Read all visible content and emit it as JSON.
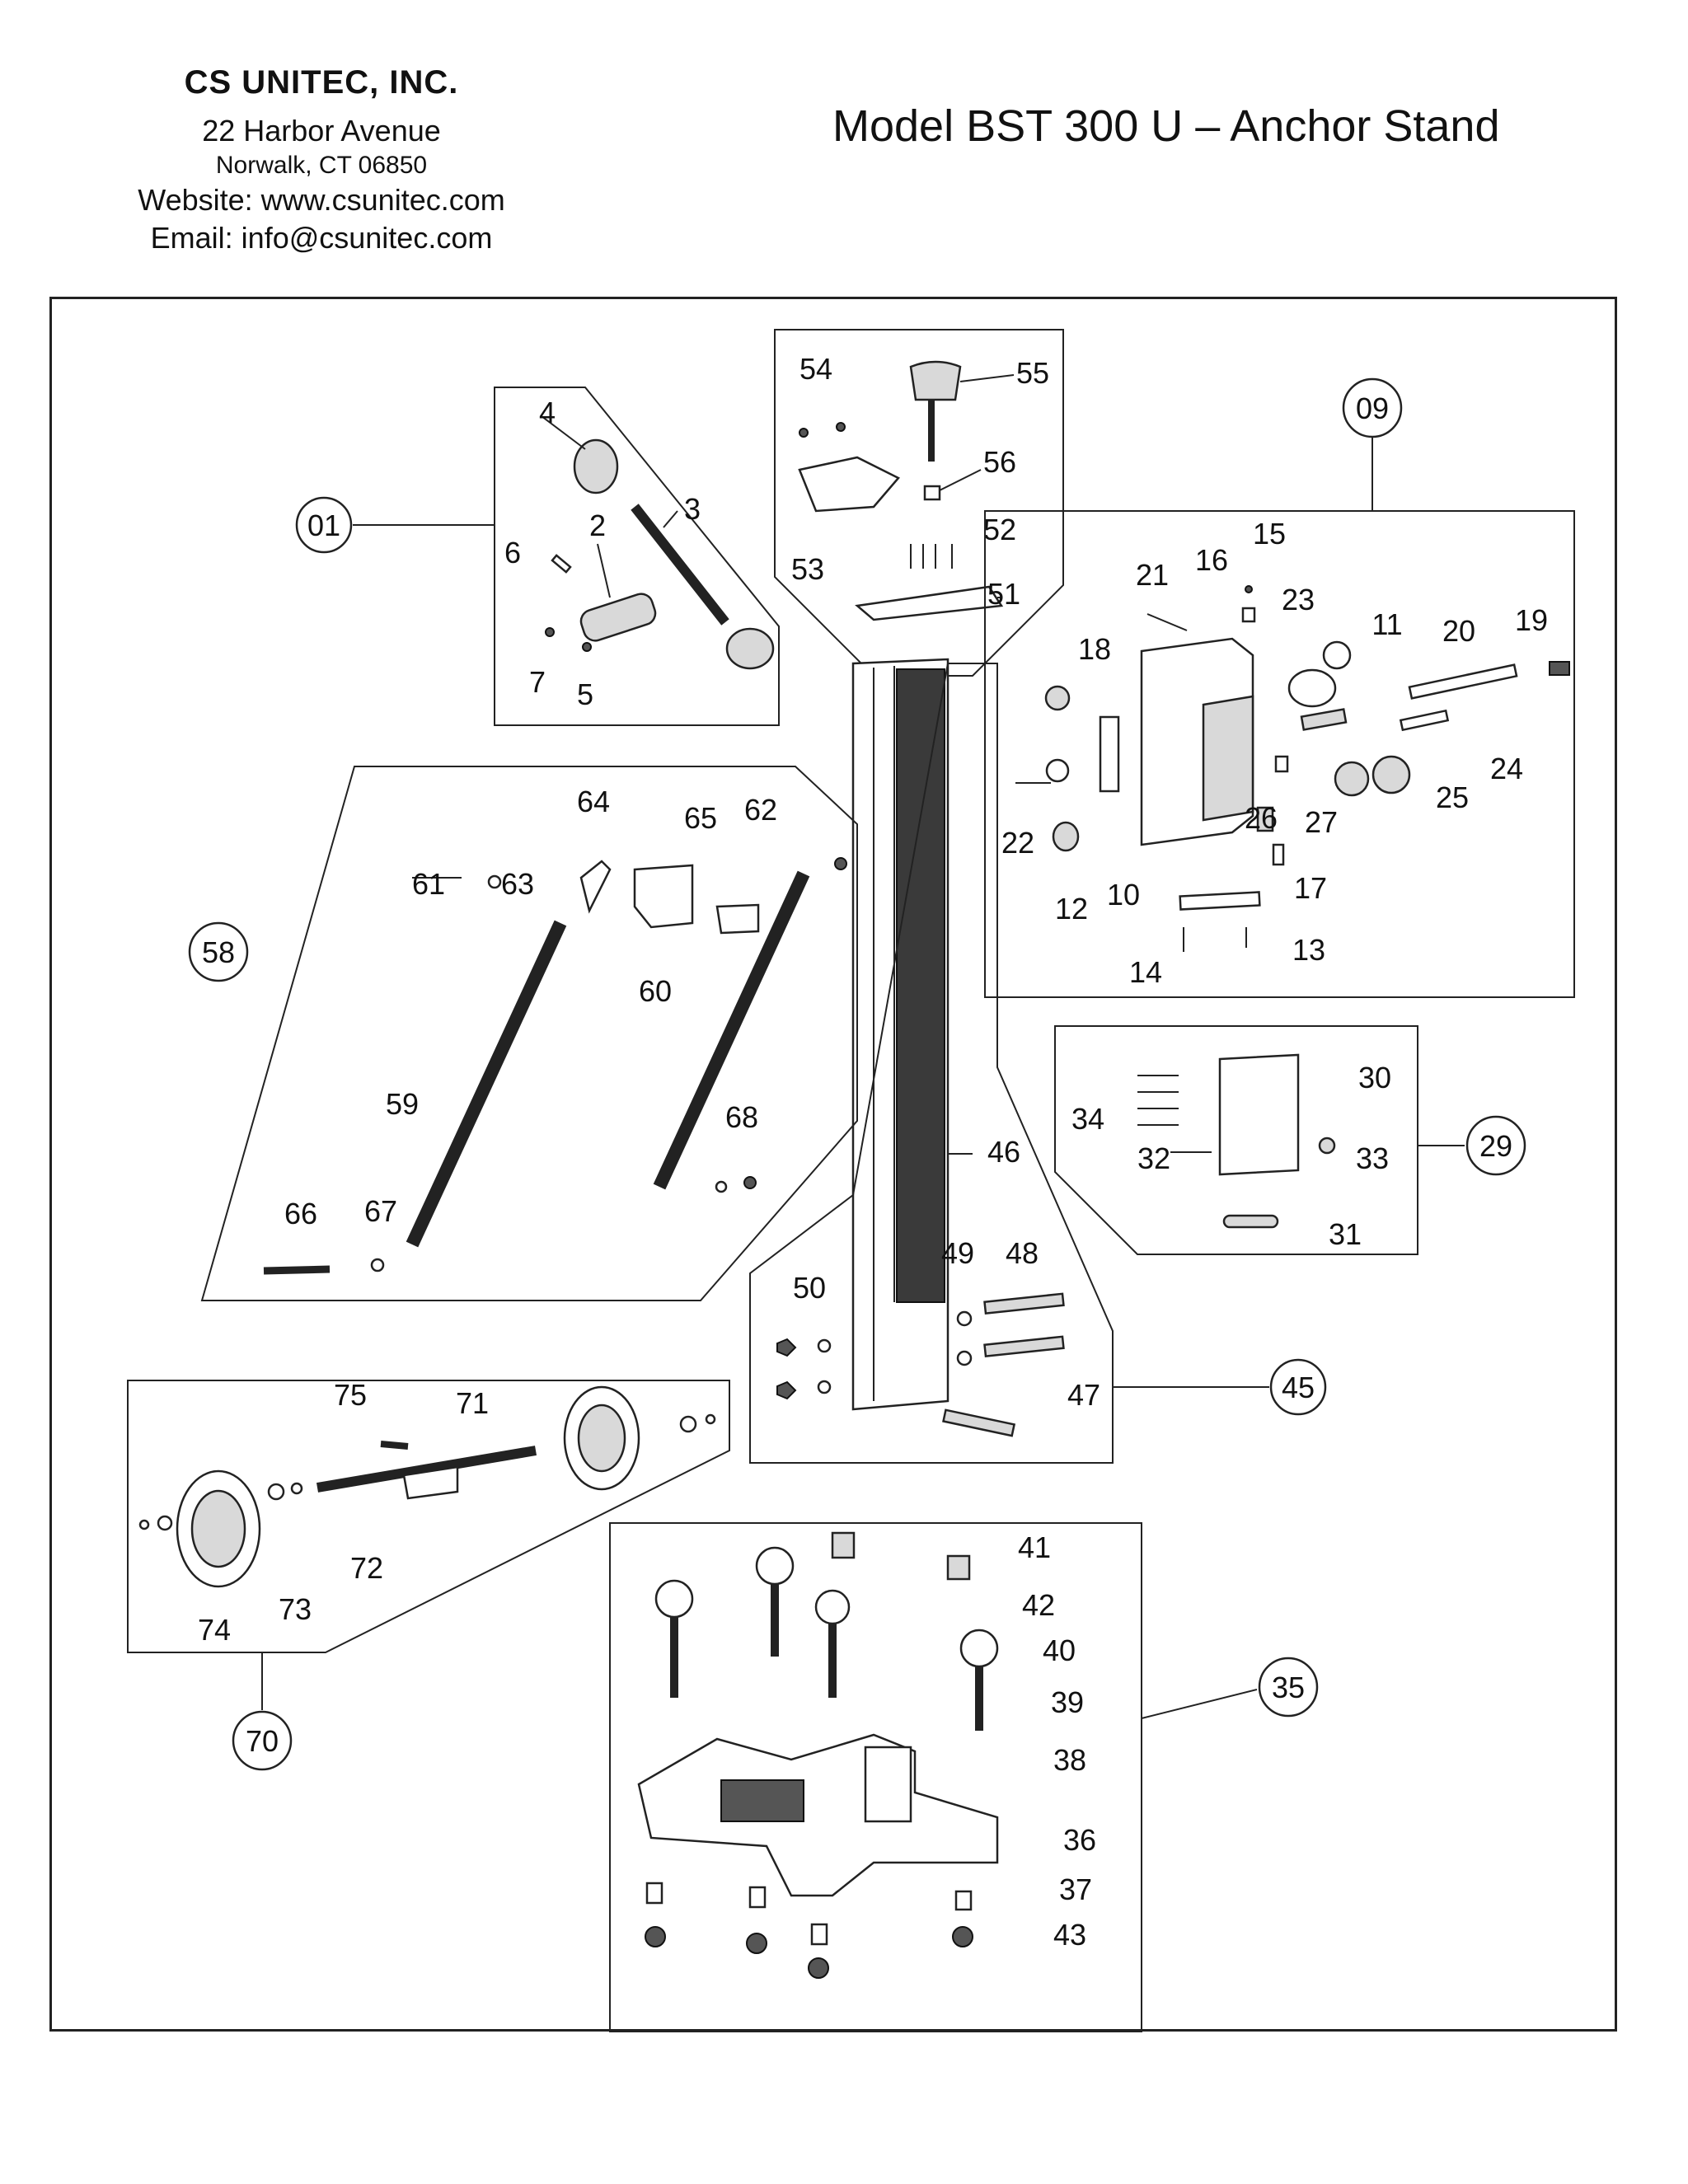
{
  "header": {
    "company": "CS UNITEC, INC.",
    "address": "22 Harbor Avenue",
    "city": "Norwalk, CT 06850",
    "website": "Website: www.csunitec.com",
    "email": "Email: info@csunitec.com",
    "model_title": "Model BST 300 U – Anchor Stand"
  },
  "assemblies": [
    {
      "id": "01",
      "label": "01"
    },
    {
      "id": "09",
      "label": "09"
    },
    {
      "id": "29",
      "label": "29"
    },
    {
      "id": "35",
      "label": "35"
    },
    {
      "id": "45",
      "label": "45"
    },
    {
      "id": "58",
      "label": "58"
    },
    {
      "id": "70",
      "label": "70"
    }
  ],
  "parts": [
    "2",
    "3",
    "4",
    "5",
    "6",
    "7",
    "10",
    "11",
    "12",
    "13",
    "14",
    "15",
    "16",
    "17",
    "18",
    "19",
    "20",
    "21",
    "22",
    "23",
    "24",
    "25",
    "26",
    "27",
    "30",
    "31",
    "32",
    "33",
    "34",
    "36",
    "37",
    "38",
    "39",
    "40",
    "41",
    "42",
    "43",
    "46",
    "47",
    "48",
    "49",
    "50",
    "51",
    "52",
    "53",
    "54",
    "55",
    "56",
    "59",
    "60",
    "61",
    "62",
    "63",
    "64",
    "65",
    "66",
    "67",
    "68",
    "71",
    "72",
    "73",
    "74",
    "75"
  ]
}
